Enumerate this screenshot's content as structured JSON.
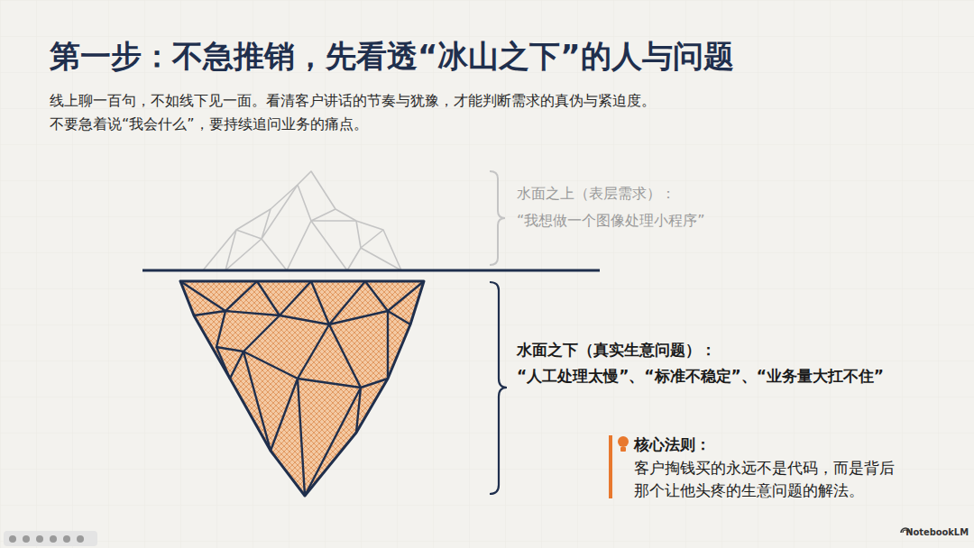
{
  "diagram": {
    "title": "第一步：不急推销，先看透“冰山之下”的人与问题",
    "labels": [
      "线上聊一百句，不如线下见一面。看清客户讲话的节奏与犹豫，才能判断需求的真伪与紧迫度。",
      "不要急着说“我会什么”，要持续追问业务的痛点。",
      "水面之上（表层需求）：",
      "“我想做一个图像处理小程序”",
      "水面之下（真实生意问题）：",
      "“人工处理太慢”、“标准不稳定”、“业务量大扛不住”",
      "核心法则：",
      "客户掏钱买的永远不是代码，而是背后那个让他头疼的生意问题的解法。",
      "NotebookLM"
    ]
  }
}
